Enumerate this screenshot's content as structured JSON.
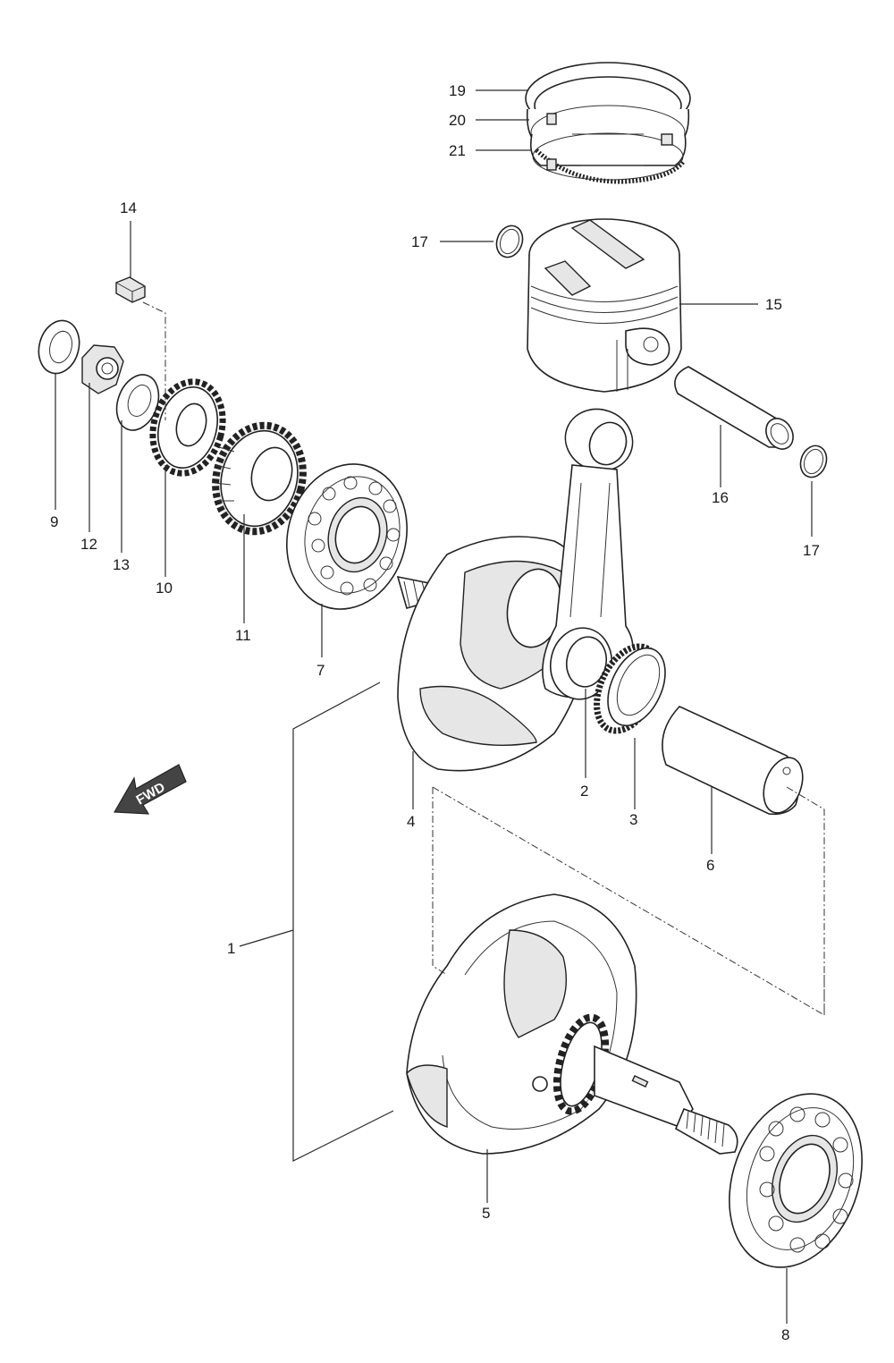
{
  "direction_arrow": {
    "label": "FWD"
  },
  "callouts": {
    "c1": "1",
    "c2": "2",
    "c3": "3",
    "c4": "4",
    "c5": "5",
    "c6": "6",
    "c7": "7",
    "c8": "8",
    "c9": "9",
    "c10": "10",
    "c11": "11",
    "c12": "12",
    "c13": "13",
    "c14": "14",
    "c15": "15",
    "c16": "16",
    "c17a": "17",
    "c17b": "17",
    "c19": "19",
    "c20": "20",
    "c21": "21"
  }
}
